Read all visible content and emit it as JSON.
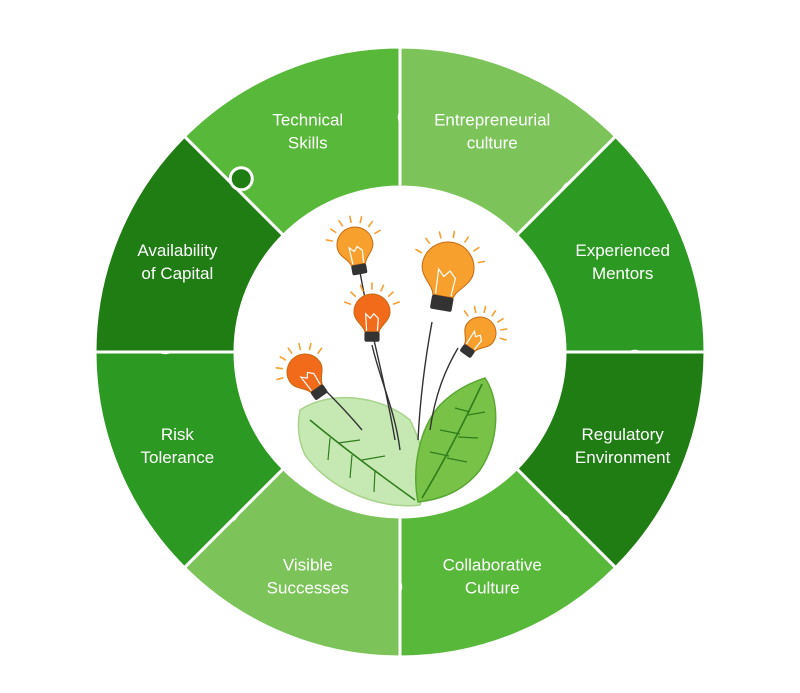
{
  "segments": [
    {
      "line1": "Technical",
      "line2": "Skills",
      "color": "#58b83a"
    },
    {
      "line1": "Entrepreneurial",
      "line2": "culture",
      "color": "#7cc45a"
    },
    {
      "line1": "Experienced",
      "line2": "Mentors",
      "color": "#2c9a22"
    },
    {
      "line1": "Regulatory",
      "line2": "Environment",
      "color": "#1f7d14"
    },
    {
      "line1": "Collaborative",
      "line2": "Culture",
      "color": "#58b83a"
    },
    {
      "line1": "Visible",
      "line2": "Successes",
      "color": "#7cc45a"
    },
    {
      "line1": "Risk",
      "line2": "Tolerance",
      "color": "#2c9a22"
    },
    {
      "line1": "Availability",
      "line2": "of Capital",
      "color": "#1f7d14"
    }
  ],
  "colors": {
    "bulb_orange": "#f7a02e",
    "bulb_dark_orange": "#f26b1a",
    "leaf_light": "#c6e8b2",
    "leaf_dark": "#78c247",
    "socket": "#333333"
  },
  "center_icon": "lightbulbs-and-leaves-icon"
}
